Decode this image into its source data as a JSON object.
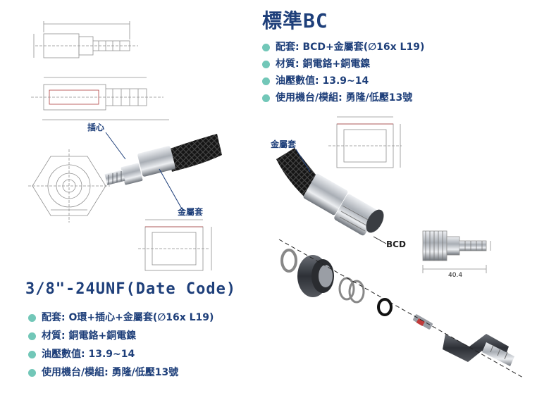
{
  "bc": {
    "title": "標準BC",
    "specs": [
      "配套: BCD+金屬套(∅16x L19)",
      "材質: 銅電鉻+銅電鎳",
      "油壓數值: 13.9~14",
      "使用機台/模組: 勇隆/低壓13號"
    ]
  },
  "unf": {
    "title": "3/8\"-24UNF(Date Code)",
    "specs": [
      "配套: O環+插心+金屬套(∅16x L19)",
      "材質: 銅電鉻+銅電鎳",
      "油壓數值: 13.9~14",
      "使用機台/模組: 勇隆/低壓13號"
    ]
  },
  "callouts": {
    "insert": "插心",
    "metal_sleeve_left": "金屬套",
    "metal_sleeve_right": "金屬套",
    "bcd": "BCD",
    "dimension_40_4": "40.4"
  },
  "colors": {
    "title": "#1e3f7a",
    "bullet": "#72c7b8",
    "hose": "#1a1a1a",
    "metal": "#b8bcc2",
    "drawing": "#8f8f8f"
  }
}
